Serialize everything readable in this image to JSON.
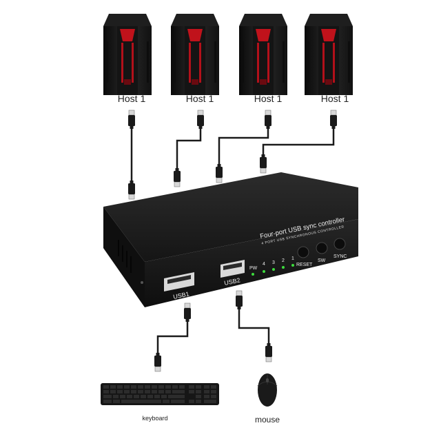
{
  "hosts": [
    {
      "label": "Host 1"
    },
    {
      "label": "Host 1"
    },
    {
      "label": "Host 1"
    },
    {
      "label": "Host 1"
    }
  ],
  "device": {
    "title": "Four-port USB sync controller",
    "subtitle": "4 PORT USB SYNCHRONOUS CONTROLLER",
    "ports": {
      "usb1": "USB1",
      "usb2": "USB2"
    },
    "indicators": {
      "pw": "PW",
      "led4": "4",
      "led3": "3",
      "led2": "2",
      "led1": "1"
    },
    "buttons": {
      "reset": "RESET",
      "sw": "SW",
      "sync": "SYNC"
    },
    "colors": {
      "body": "#1c1c1c",
      "led": "#3ddc3d",
      "host_accent": "#c0121b"
    }
  },
  "peripherals": {
    "keyboard": "keyboard",
    "mouse": "mouse"
  }
}
